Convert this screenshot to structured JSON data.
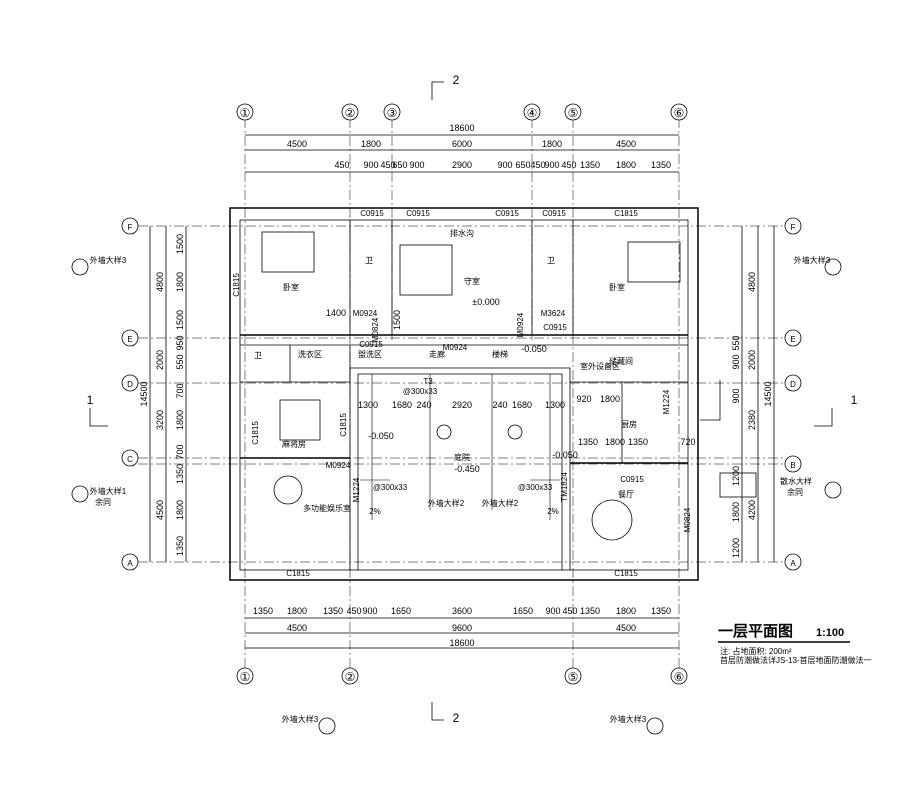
{
  "title": {
    "main": "一层平面图",
    "scale": "1:100",
    "notes": [
      "注: 占地面积: 200m²",
      "首层防潮做法详JS-13-首层地面防潮做法一"
    ]
  },
  "axes": {
    "columns": [
      "①",
      "②",
      "③",
      "④",
      "⑤",
      "⑥"
    ],
    "rows": [
      "F",
      "E",
      "D",
      "C",
      "B",
      "A"
    ]
  },
  "section": {
    "mark": "2",
    "side": "1"
  },
  "dims": {
    "top_total": "18600",
    "top_mid": [
      "4500",
      "1800",
      "6000",
      "1800",
      "4500"
    ],
    "top_detail": [
      "450",
      "900",
      "450",
      "650",
      "900",
      "2900",
      "900",
      "650",
      "450",
      "900",
      "450",
      "1350",
      "1800",
      "1350"
    ],
    "bot_detail": [
      "1350",
      "1800",
      "1350",
      "450",
      "900",
      "1650",
      "3600",
      "1650",
      "900",
      "450",
      "1350",
      "1800",
      "1350"
    ],
    "bot_mid": [
      "4500",
      "9600",
      "4500"
    ],
    "bot_total": "18600",
    "left_total": "14500",
    "left_mid": [
      "4800",
      "2000",
      "3200",
      "4500"
    ],
    "left_detail": [
      "1500",
      "1800",
      "1500",
      "950",
      "550",
      "700",
      "1800",
      "700",
      "1350",
      "1800",
      "1350"
    ],
    "right_total": "14500",
    "right_mid": [
      "4800",
      "2000",
      "2380",
      "4200"
    ],
    "right_detail": [
      "550",
      "900",
      "900",
      "1200",
      "1800",
      "1200"
    ],
    "inner": [
      "1400",
      "1500",
      "1300",
      "1680",
      "240",
      "2920",
      "240",
      "1680",
      "1300",
      "920",
      "1800",
      "1350",
      "1800",
      "1350",
      "720"
    ]
  },
  "openings": [
    "C0915",
    "C0915",
    "C0915",
    "C0915",
    "C1815",
    "C1815",
    "C1815",
    "C1815",
    "C1815",
    "C1815",
    "M0824",
    "M0924",
    "M0824",
    "M3624",
    "M0924",
    "M0924",
    "M0924",
    "M1224",
    "M1224",
    "TM1824",
    "C0915",
    "C0915",
    "C0915"
  ],
  "rooms": [
    "卧室",
    "卧室",
    "守室",
    "走廊",
    "洗衣区",
    "盥洗区",
    "厨房",
    "储藏间",
    "庭院",
    "餐厅",
    "多功能娱乐室",
    "麻将房",
    "卫",
    "卫",
    "卫",
    "楼梯",
    "室外设备区"
  ],
  "levels": [
    "±0.000",
    "-0.050",
    "-0.050",
    "-0.050",
    "-0.450"
  ],
  "details": [
    "外墙大样3",
    "外墙大样3",
    "外墙大样1",
    "外墙大样2",
    "外墙大样2",
    "散水大样",
    "外墙大样3",
    "外墙大样3"
  ],
  "misc": [
    "排水沟",
    "余同",
    "余同",
    "2%",
    "2%",
    "T3",
    "@300x33",
    "@300x33",
    "@300x33"
  ]
}
